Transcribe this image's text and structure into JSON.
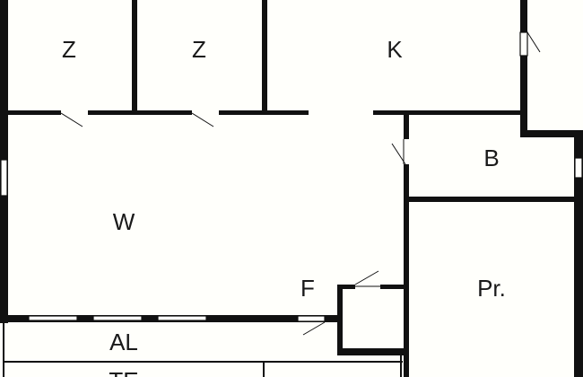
{
  "colors": {
    "background": "#fffffb",
    "wall": "#111111",
    "label": "#1a1a1a"
  },
  "rooms": {
    "bedroom_left": "Z",
    "bedroom_mid": "Z",
    "kitchen": "K",
    "bathroom": "B",
    "living": "W",
    "hall": "F",
    "storage": "Pr.",
    "balcony": "AL",
    "bottom_partial": "TE"
  }
}
